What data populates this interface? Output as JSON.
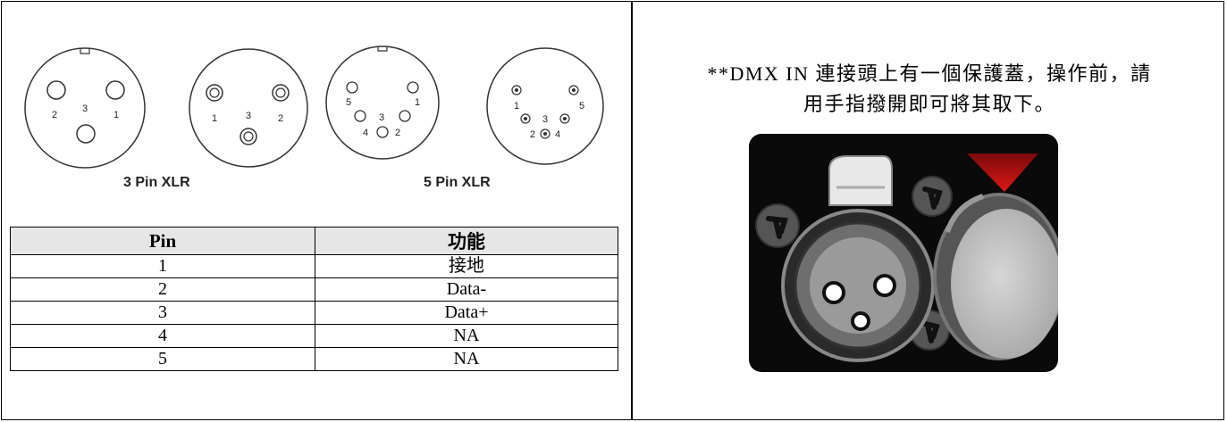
{
  "connectors": {
    "xlr3_label": "3 Pin XLR",
    "xlr5_label": "5 Pin XLR",
    "xlr3_male_pins": [
      "2",
      "3",
      "1"
    ],
    "xlr3_female_pins": [
      "1",
      "3",
      "2"
    ],
    "xlr5_male_pins": [
      "5",
      "3",
      "1",
      "4",
      "2"
    ],
    "xlr5_female_pins": [
      "1",
      "3",
      "5",
      "2",
      "4"
    ]
  },
  "pin_table": {
    "headers": [
      "Pin",
      "功能"
    ],
    "rows": [
      [
        "1",
        "接地"
      ],
      [
        "2",
        "Data-"
      ],
      [
        "3",
        "Data+"
      ],
      [
        "4",
        "NA"
      ],
      [
        "5",
        "NA"
      ]
    ]
  },
  "note": {
    "line1": "**DMX IN 連接頭上有一個保護蓋，操作前，請",
    "line2": "用手指撥開即可將其取下。"
  }
}
